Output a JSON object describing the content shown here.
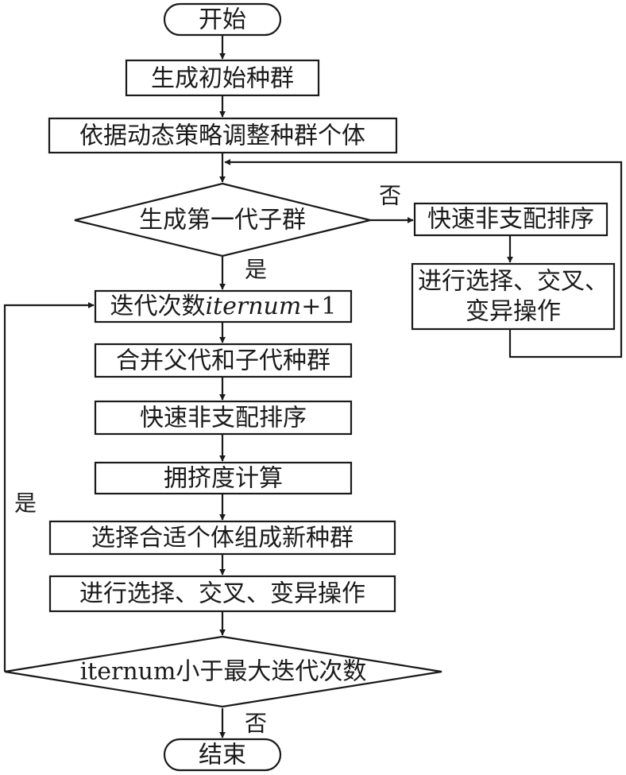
{
  "nodes": {
    "start": "开始",
    "init_population": "生成初始种群",
    "adjust_individuals": "依据动态策略调整种群个体",
    "first_generation_decision": "生成第一代子群",
    "iterate": {
      "prefix": "迭代次数",
      "var": "iternum",
      "suffix": "+1"
    },
    "merge_populations": "合并父代和子代种群",
    "fast_sort_main": "快速非支配排序",
    "crowding_distance": "拥挤度计算",
    "select_new_population": "选择合适个体组成新种群",
    "genetic_ops_main": "进行选择、交叉、变异操作",
    "loop_condition": "iternum小于最大迭代次数",
    "end": "结束",
    "fast_sort_side": "快速非支配排序",
    "genetic_ops_side": {
      "line1": "进行选择、交叉、",
      "line2": "变异操作"
    }
  },
  "edge_labels": {
    "first_gen_no": "否",
    "first_gen_yes": "是",
    "loop_yes": "是",
    "loop_no": "否"
  }
}
